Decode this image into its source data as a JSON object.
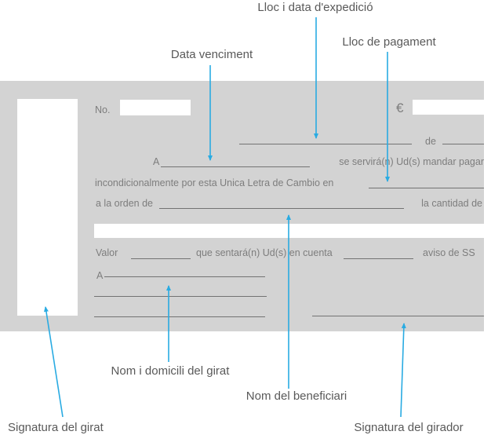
{
  "annotations": {
    "lloc_i_data_expedicio": "Lloc i data d'expedició",
    "lloc_de_pagament": "Lloc de pagament",
    "data_venciment": "Data venciment",
    "nom_i_domicili_del_girat": "Nom i domicili del girat",
    "nom_del_beneficiari": "Nom del beneficiari",
    "signatura_del_girat": "Signatura del girat",
    "signatura_del_girador": "Signatura del girador"
  },
  "document": {
    "numero_label": "No.",
    "currency_symbol": "€",
    "date_line_connector": "de",
    "drawee_prefix": "A",
    "mandar_pagar_text": "se servirá(n) Ud(s) mandar pagar",
    "incondicional_text": "incondicionalmente por esta Unica Letra de Cambio en",
    "a_la_orden_de": "a la orden de",
    "la_cantidad_de": "la cantidad de",
    "valor_label": "Valor",
    "en_cuenta_text": "que sentará(n) Ud(s) en cuenta",
    "aviso_text": "aviso de SS",
    "domicilio_prefix": "A"
  },
  "colors": {
    "arrow": "#29abe2",
    "document_background": "#d3d3d3",
    "document_text": "#7d7d7d",
    "document_line": "#737373",
    "annotation_text": "#595959",
    "field_background": "#ffffff"
  }
}
